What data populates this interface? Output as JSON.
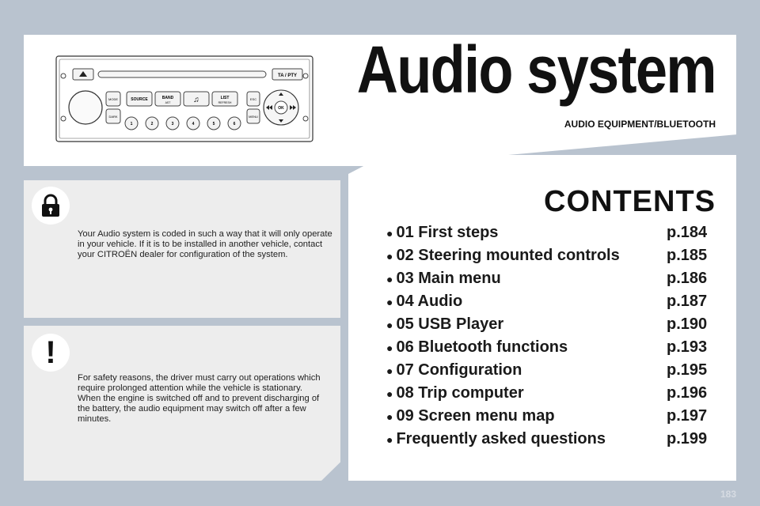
{
  "document": {
    "title": "Audio system",
    "subtitle": "AUDIO EQUIPMENT/BLUETOOTH",
    "contents_heading": "CONTENTS",
    "page_number": "183"
  },
  "radio": {
    "buttons": {
      "ta_pty": "TA / PTY",
      "mode": "MODE",
      "dark": "DARK",
      "source": "SOURCE",
      "band": "BAND",
      "band_sub": "AST",
      "list": "LIST",
      "list_sub": "REFRESH",
      "esc": "ESC",
      "menu": "MENU",
      "ok": "OK",
      "presets": [
        "1",
        "2",
        "3",
        "4",
        "5",
        "6"
      ]
    }
  },
  "notes": {
    "security": "Your Audio system is coded in such a way that it will only operate in your vehicle. If it is to be installed in another vehicle, contact your CITROËN dealer for configuration of the system.",
    "safety": "For safety reasons, the driver must carry out operations which require prolonged attention while the vehicle is stationary.\nWhen the engine is switched off and to prevent discharging of the battery, the audio equipment may switch off after a few minutes."
  },
  "toc": [
    {
      "label": "01 First steps",
      "page": "p.184"
    },
    {
      "label": "02 Steering mounted controls",
      "page": "p.185"
    },
    {
      "label": "03 Main menu",
      "page": "p.186"
    },
    {
      "label": "04 Audio",
      "page": "p.187"
    },
    {
      "label": "05 USB Player",
      "page": "p.190"
    },
    {
      "label": "06 Bluetooth functions",
      "page": "p.193"
    },
    {
      "label": "07 Configuration",
      "page": "p.195"
    },
    {
      "label": "08 Trip computer",
      "page": "p.196"
    },
    {
      "label": "09 Screen menu map",
      "page": "p.197"
    },
    {
      "label": "Frequently asked questions",
      "page": "p.199"
    }
  ],
  "icons": {
    "security": "lock-icon",
    "safety": "warning-icon",
    "bullet": "bullet-icon"
  }
}
